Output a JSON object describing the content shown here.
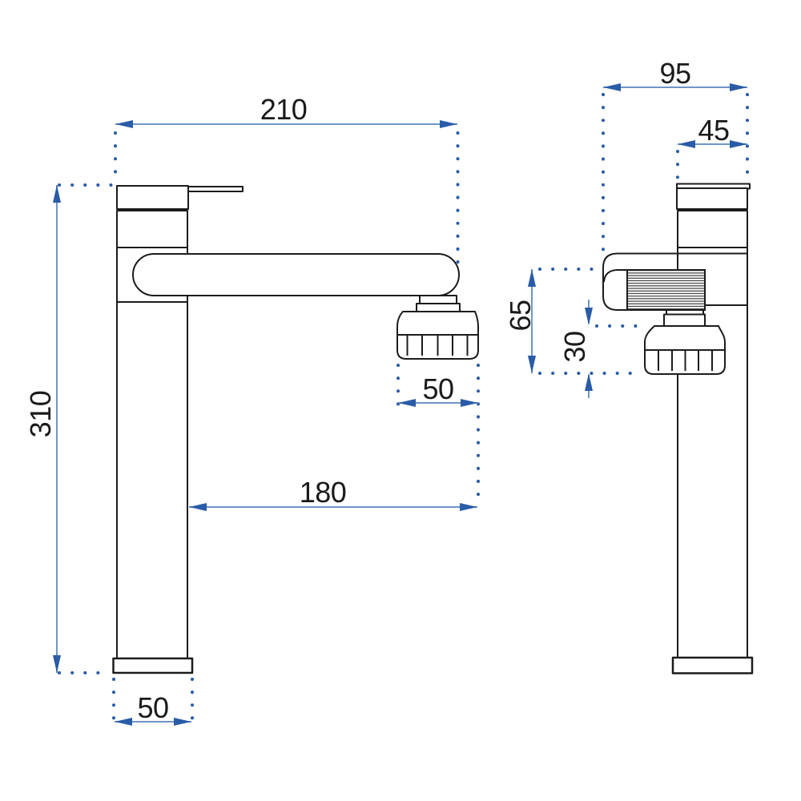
{
  "diagram": {
    "background_color": "#ffffff",
    "outline_color": "#1c1c1c",
    "dimension_line_color": "#7096c8",
    "dimension_accent_color": "#2a5ca8",
    "left_view": {
      "dims": {
        "spout_reach": "210",
        "overall_height": "310",
        "reach_to_aerator": "180",
        "aerator_width": "50",
        "base_width": "50"
      }
    },
    "right_view": {
      "dims": {
        "overall_depth": "95",
        "body_width": "45",
        "spout_height": "65",
        "aerator_height": "30"
      }
    }
  }
}
